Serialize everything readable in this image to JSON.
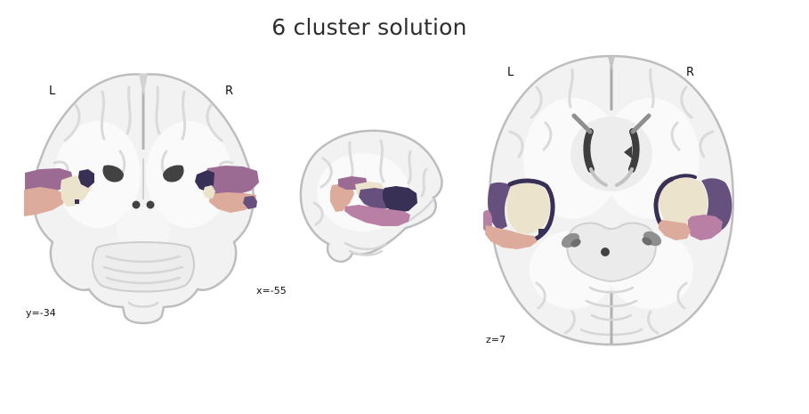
{
  "title": "6 cluster solution",
  "views": {
    "coronal": {
      "left_label": "L",
      "right_label": "R",
      "coordinate_label": "y=-34"
    },
    "sagittal": {
      "coordinate_label": "x=-55"
    },
    "axial": {
      "left_label": "L",
      "right_label": "R",
      "coordinate_label": "z=7"
    }
  },
  "cluster_colors": {
    "cream": "#ece3cc",
    "salmon": "#dcab9c",
    "mauve": "#9c6b94",
    "rose": "#b97fa4",
    "purple": "#66517e",
    "navy": "#383055"
  },
  "chart_data": {
    "type": "heatmap",
    "title": "6 cluster solution",
    "description": "Six-cluster parcellation overlaid on anatomical MRI template slices; colored clusters cover bilateral temporal / perisylvian cortex.",
    "n_clusters": 6,
    "views": [
      {
        "view": "coronal",
        "slice_coordinate": "y=-34",
        "hemisphere_labels": [
          "L",
          "R"
        ]
      },
      {
        "view": "sagittal",
        "slice_coordinate": "x=-55",
        "hemisphere_labels": []
      },
      {
        "view": "axial",
        "slice_coordinate": "z=7",
        "hemisphere_labels": [
          "L",
          "R"
        ]
      }
    ],
    "clusters": [
      {
        "id": 1,
        "color": "#9c6b94",
        "appearance": "mauve patch, dorsal posterior temporal, bilateral"
      },
      {
        "id": 2,
        "color": "#dcab9c",
        "appearance": "salmon patch, ventral anterior temporal, bilateral"
      },
      {
        "id": 3,
        "color": "#ece3cc",
        "appearance": "cream patch, mid superior temporal, bilateral"
      },
      {
        "id": 4,
        "color": "#b97fa4",
        "appearance": "rose strip, inferior temporal border"
      },
      {
        "id": 5,
        "color": "#66517e",
        "appearance": "purple patch, lateral temporal rim"
      },
      {
        "id": 6,
        "color": "#383055",
        "appearance": "dark navy patch, posterior sylvian border"
      }
    ]
  }
}
